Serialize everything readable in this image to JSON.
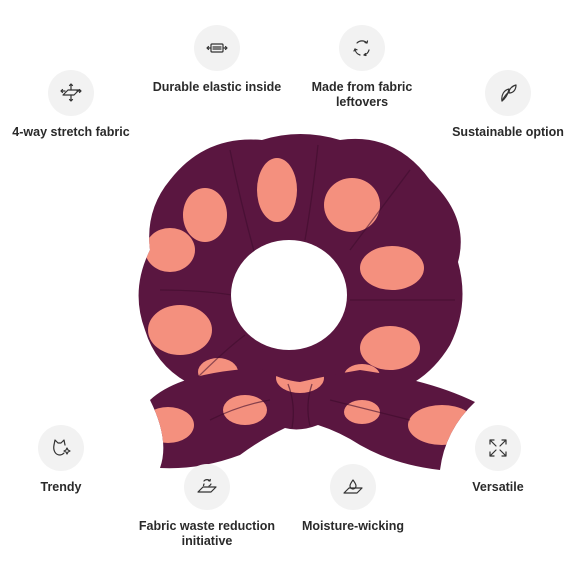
{
  "features": {
    "durable_elastic": {
      "label": "Durable elastic inside",
      "icon": "elastic-band-icon"
    },
    "fabric_leftovers": {
      "label": "Made from fabric leftovers",
      "icon": "recycle-icon"
    },
    "stretch": {
      "label": "4-way stretch fabric",
      "icon": "four-way-stretch-icon"
    },
    "sustainable": {
      "label": "Sustainable option",
      "icon": "leaf-icon"
    },
    "trendy": {
      "label": "Trendy",
      "icon": "cat-sparkle-icon"
    },
    "versatile": {
      "label": "Versatile",
      "icon": "expand-arrows-icon"
    },
    "waste_reduction": {
      "label": "Fabric waste reduction initiative",
      "icon": "fabric-recycle-icon"
    },
    "moisture": {
      "label": "Moisture-wicking",
      "icon": "water-drop-icon"
    }
  },
  "product": {
    "name_icon": "scrunchie-with-bow",
    "fabric_color": "#5a1640",
    "dot_color": "#f4907e"
  }
}
